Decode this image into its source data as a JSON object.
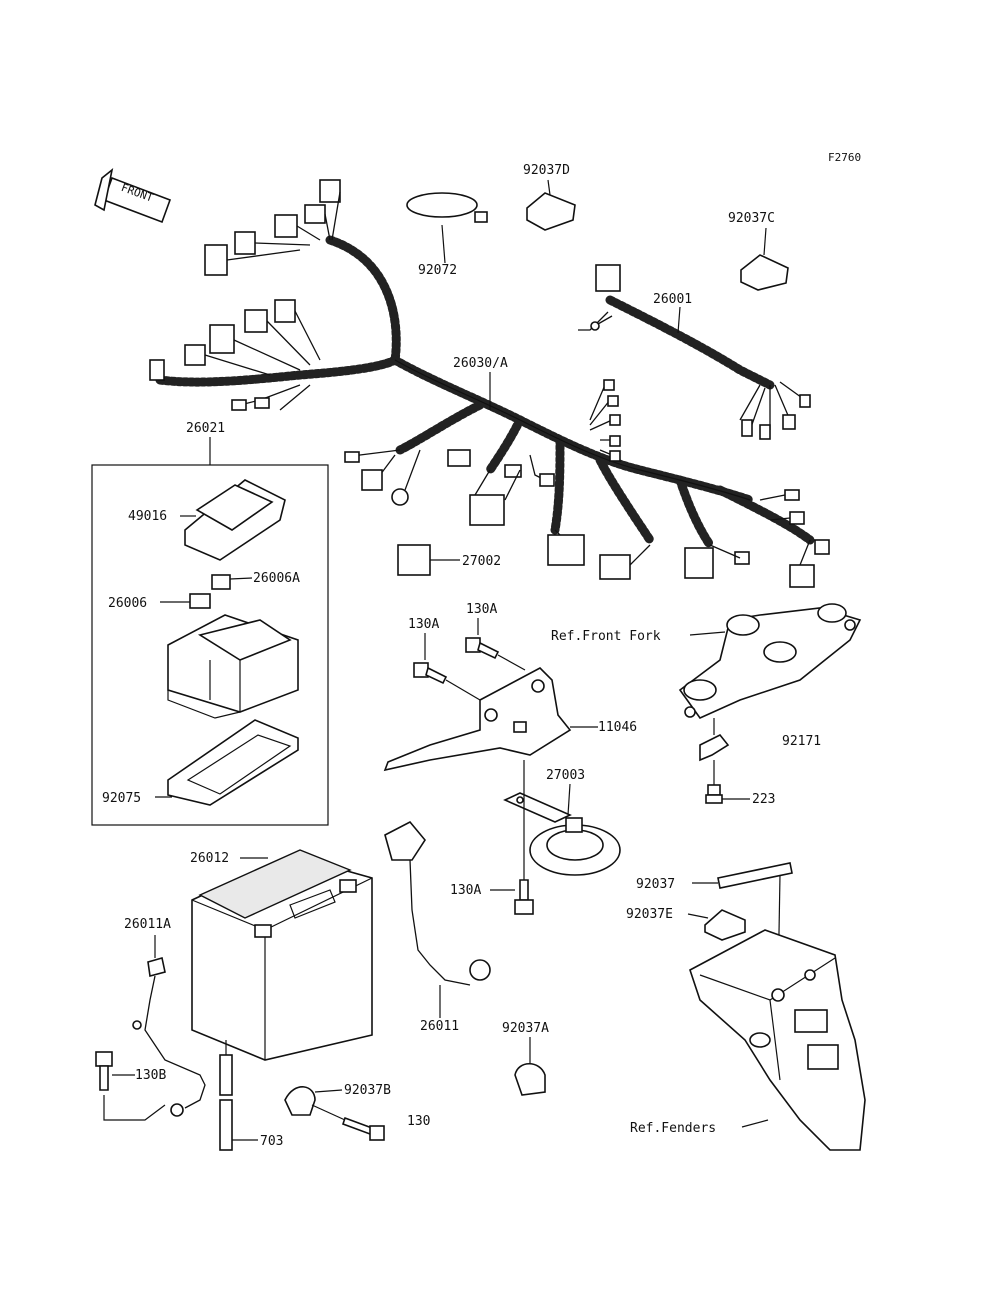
{
  "figure_code": "F2760",
  "front_arrow": "FRONT",
  "labels": {
    "p92037D": "92037D",
    "p92037C": "92037C",
    "p92072": "92072",
    "p26001": "26001",
    "p26030A": "26030/A",
    "p26021": "26021",
    "p49016": "49016",
    "p26006A": "26006A",
    "p26006": "26006",
    "p92075": "92075",
    "p27002": "27002",
    "p130A_1": "130A",
    "p130A_2": "130A",
    "p11046": "11046",
    "p27003": "27003",
    "p130A_3": "130A",
    "ref_front_fork": "Ref.Front Fork",
    "p92171": "92171",
    "p223": "223",
    "p26012": "26012",
    "p26011A": "26011A",
    "p130B": "130B",
    "p703": "703",
    "p26011": "26011",
    "p92037A": "92037A",
    "p92037B": "92037B",
    "p130": "130",
    "p92037": "92037",
    "p92037E": "92037E",
    "ref_fenders": "Ref.Fenders"
  }
}
